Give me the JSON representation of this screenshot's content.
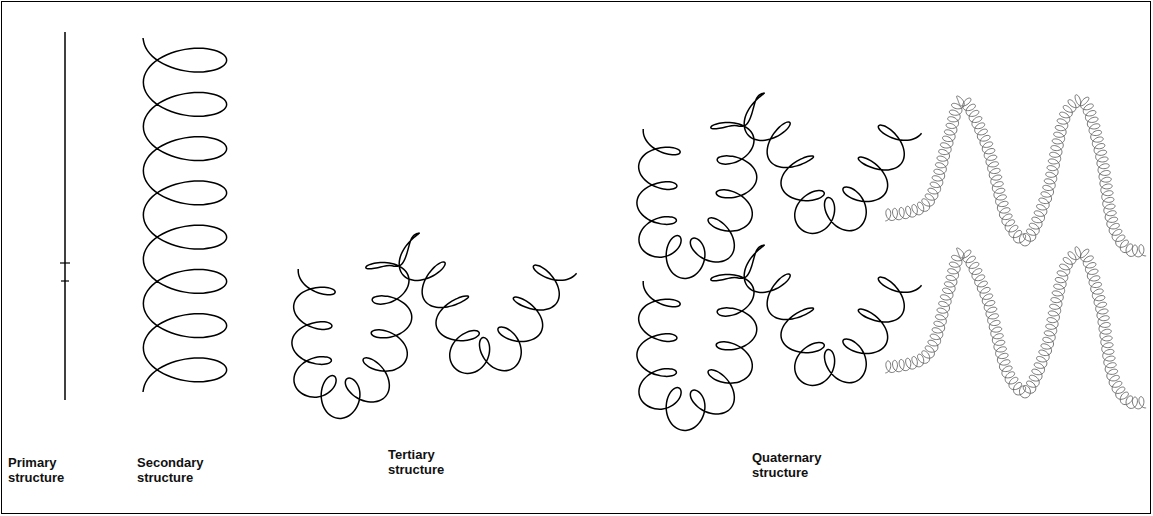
{
  "diagram": {
    "labels": [
      "Primary structure",
      "Secondary structure",
      "Tertiary structure",
      "Quaternary structure"
    ]
  }
}
